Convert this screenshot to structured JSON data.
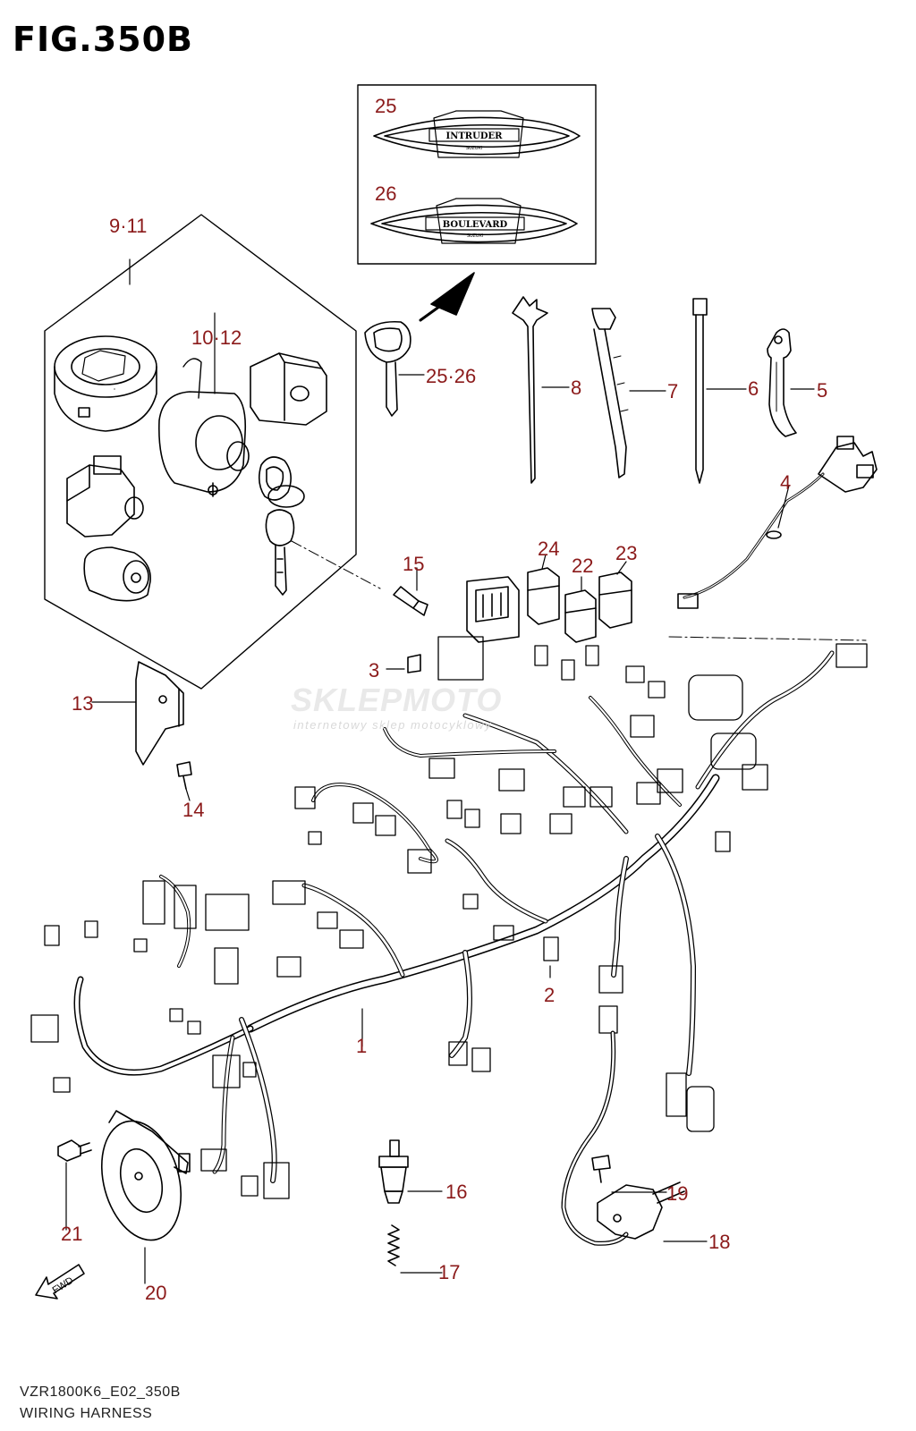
{
  "figure": {
    "title": "FIG.350B",
    "model_code": "VZR1800K6_E02_350B",
    "caption": "WIRING HARNESS"
  },
  "watermark": {
    "name": "SKLEPMOTO",
    "tagline": "internetowy sklep motocyklowy"
  },
  "emblems": {
    "top_text": "INTRUDER",
    "bottom_text": "BOULEVARD",
    "brand_small": "SUZUKI"
  },
  "callouts": [
    {
      "id": "c1",
      "text": "1"
    },
    {
      "id": "c2",
      "text": "2"
    },
    {
      "id": "c3",
      "text": "3"
    },
    {
      "id": "c4",
      "text": "4"
    },
    {
      "id": "c5",
      "text": "5"
    },
    {
      "id": "c6",
      "text": "6"
    },
    {
      "id": "c7",
      "text": "7"
    },
    {
      "id": "c8",
      "text": "8"
    },
    {
      "id": "c9_11",
      "text": "9·11"
    },
    {
      "id": "c10_12",
      "text": "10·12"
    },
    {
      "id": "c13",
      "text": "13"
    },
    {
      "id": "c14",
      "text": "14"
    },
    {
      "id": "c15",
      "text": "15"
    },
    {
      "id": "c16",
      "text": "16"
    },
    {
      "id": "c17",
      "text": "17"
    },
    {
      "id": "c18",
      "text": "18"
    },
    {
      "id": "c19",
      "text": "19"
    },
    {
      "id": "c20",
      "text": "20"
    },
    {
      "id": "c21",
      "text": "21"
    },
    {
      "id": "c22",
      "text": "22"
    },
    {
      "id": "c23",
      "text": "23"
    },
    {
      "id": "c24",
      "text": "24"
    },
    {
      "id": "c25",
      "text": "25"
    },
    {
      "id": "c26",
      "text": "26"
    },
    {
      "id": "c25_26",
      "text": "25·26"
    }
  ],
  "fwd_label": "FWD",
  "colors": {
    "callout": "#8b1a1a",
    "line": "#000000",
    "watermark": "#e9e9e9"
  }
}
